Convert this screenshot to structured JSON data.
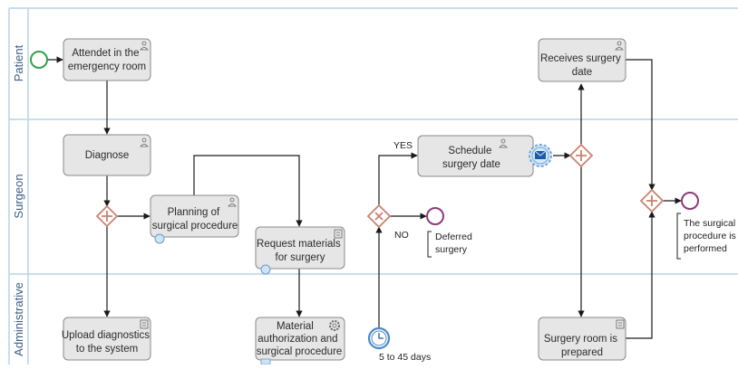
{
  "lanes": {
    "patient": "Patient",
    "surgeon": "Surgeon",
    "administrative": "Administrative"
  },
  "tasks": {
    "attend_er": [
      "Attendet in the",
      "emergency room"
    ],
    "diagnose": [
      "Diagnose"
    ],
    "upload": [
      "Upload diagnostics",
      "to the system"
    ],
    "planning": [
      "Planning of",
      "surgical procedure"
    ],
    "request": [
      "Request materials",
      "for surgery"
    ],
    "authorization": [
      "Material",
      "authorization and",
      "surgical procedure"
    ],
    "schedule": [
      "Schedule",
      "surgery date"
    ],
    "receives": [
      "Receives surgery",
      "date"
    ],
    "room": [
      "Surgery room is",
      "prepared"
    ]
  },
  "labels": {
    "yes": "YES",
    "no": "NO",
    "deferred": [
      "Deferred",
      "surgery"
    ],
    "timer": "5 to 45 days",
    "performed": [
      "The surgical",
      "procedure is",
      "performed"
    ]
  },
  "colors": {
    "lane_border": "#b7d3e6",
    "task_fill": "#e6e6e6",
    "task_stroke": "#8a8a8a",
    "gateway": "#c9826f",
    "start": "#33a14a",
    "end": "#8c3b7a",
    "timer": "#4d88c9",
    "message": "#1c5aa8"
  },
  "icons": {
    "user_task": "person-icon",
    "script_task": "document-icon",
    "service_task": "gear-icon",
    "subprocess": "plus-marker-icon"
  }
}
